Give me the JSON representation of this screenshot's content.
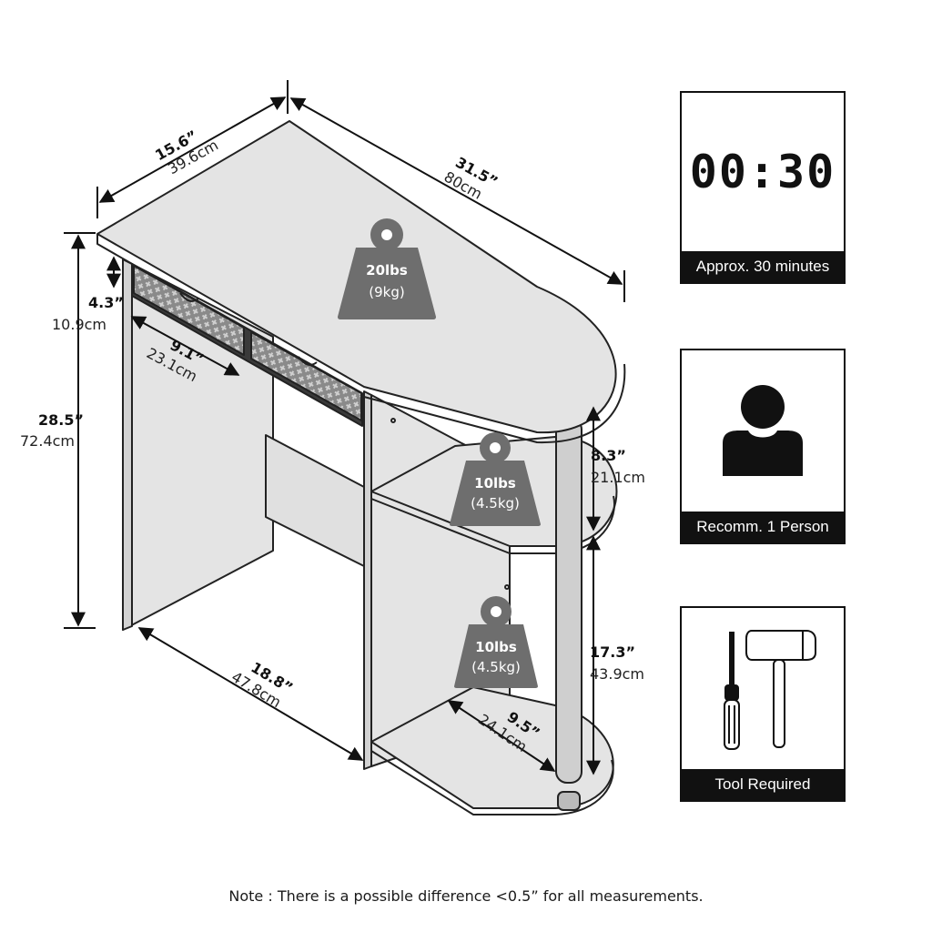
{
  "dimensions": {
    "depth": {
      "in": "15.6”",
      "cm": "39.6cm"
    },
    "width": {
      "in": "31.5”",
      "cm": "80cm"
    },
    "height": {
      "in": "28.5”",
      "cm": "72.4cm"
    },
    "drawer_height": {
      "in": "4.3”",
      "cm": "10.9cm"
    },
    "drawer_width": {
      "in": "9.1”",
      "cm": "23.1cm"
    },
    "upper_shelf_gap": {
      "in": "8.3”",
      "cm": "21.1cm"
    },
    "lower_shelf_gap": {
      "in": "17.3”",
      "cm": "43.9cm"
    },
    "leg_space": {
      "in": "18.8”",
      "cm": "47.8cm"
    },
    "shelf_depth": {
      "in": "9.5”",
      "cm": "24.1cm"
    }
  },
  "weights": {
    "top": {
      "lbs": "20lbs",
      "kg": "(9kg)"
    },
    "upper_shelf": {
      "lbs": "10lbs",
      "kg": "(4.5kg)"
    },
    "lower_shelf": {
      "lbs": "10lbs",
      "kg": "(4.5kg)"
    }
  },
  "panels": {
    "time": {
      "display": "00:30",
      "caption": "Approx. 30 minutes",
      "icon": "digital-clock-icon"
    },
    "people": {
      "caption": "Recomm. 1 Person",
      "icon": "person-icon"
    },
    "tools": {
      "caption": "Tool Required",
      "icon": "screwdriver-hammer-icon"
    }
  },
  "note": "Note : There is a possible difference <0.5” for all measurements.",
  "colors": {
    "panel": "#e4e4e4",
    "outline": "#222222",
    "weight": "#6e6e6e",
    "caption_bg": "#111111"
  }
}
